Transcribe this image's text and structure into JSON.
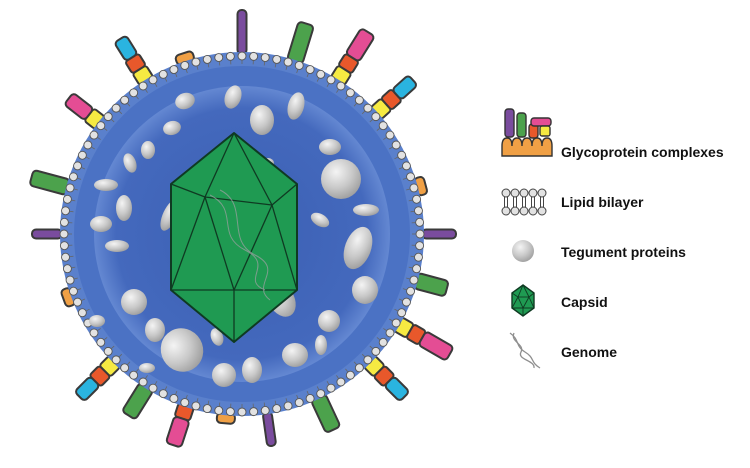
{
  "legend": {
    "items": [
      {
        "label": "Glycoprotein complexes",
        "icon": "glycoprotein-complex-icon"
      },
      {
        "label": "Lipid bilayer",
        "icon": "lipid-bilayer-icon"
      },
      {
        "label": "Tegument proteins",
        "icon": "tegument-protein-icon"
      },
      {
        "label": "Capsid",
        "icon": "capsid-icon"
      },
      {
        "label": "Genome",
        "icon": "genome-icon"
      }
    ]
  },
  "colors": {
    "virion_outer": "#4a72c4",
    "virion_inner": "#3f63b8",
    "membrane": "#5d6680",
    "lipid_head": "#e2e2e2",
    "capsid": "#1f9a52",
    "tegument": "#c9c9c9",
    "glyco_orange": "#f0a045",
    "glyco_green": "#4ca24c",
    "glyco_purple": "#7a4c9e",
    "glyco_pink": "#e44d94",
    "glyco_yellow": "#f6ea42",
    "glyco_red": "#e8582b",
    "glyco_cyan": "#2ab4e0",
    "genome": "#8f8f8f"
  }
}
